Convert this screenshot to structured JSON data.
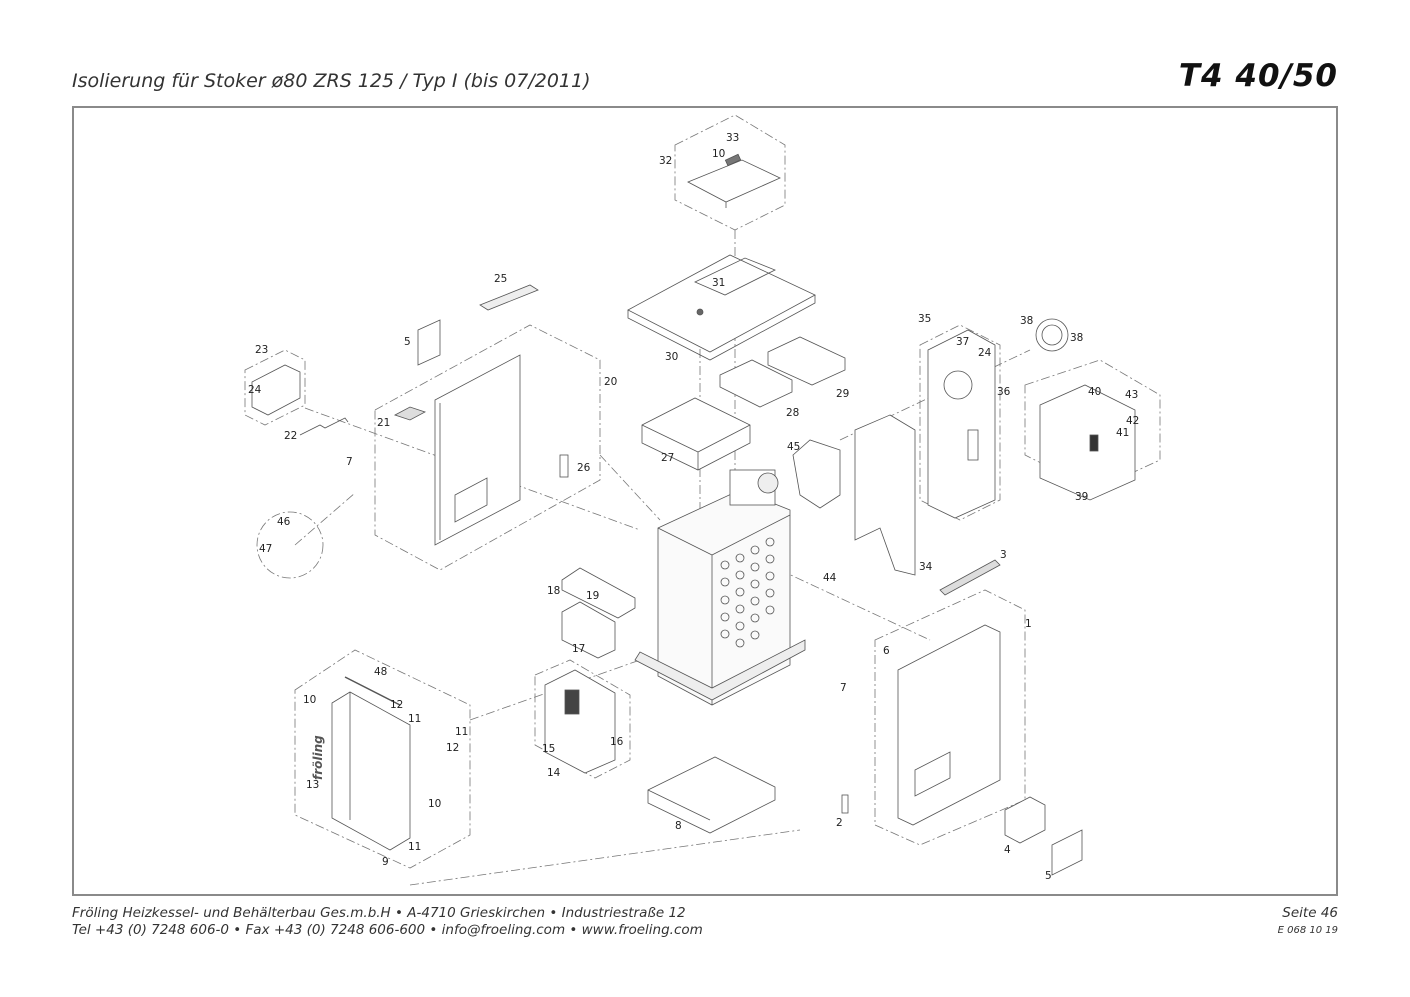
{
  "header": {
    "title": "Isolierung für Stoker ø80 ZRS 125 / Typ I (bis 07/2011)",
    "model": "T4 40/50"
  },
  "footer": {
    "line1": "Fröling Heizkessel- und Behälterbau Ges.m.b.H   •  A-4710 Grieskirchen   •  Industriestraße 12",
    "line2": "Tel +43 (0) 7248 606-0   •  Fax +43 (0) 7248 606-600   •  info@froeling.com   •  www.froeling.com",
    "page": "Seite 46",
    "doc_code": "E 068 10 19"
  },
  "door_logo": "fröling",
  "part_labels": [
    "1",
    "2",
    "3",
    "4",
    "5",
    "5",
    "6",
    "7",
    "7",
    "8",
    "9",
    "10",
    "10",
    "10",
    "11",
    "11",
    "11",
    "12",
    "12",
    "13",
    "14",
    "15",
    "16",
    "17",
    "18",
    "19",
    "20",
    "21",
    "22",
    "23",
    "24",
    "24",
    "25",
    "26",
    "27",
    "28",
    "29",
    "30",
    "31",
    "32",
    "33",
    "34",
    "35",
    "36",
    "37",
    "38",
    "38",
    "39",
    "40",
    "41",
    "42",
    "43",
    "44",
    "45",
    "46",
    "47",
    "48"
  ]
}
